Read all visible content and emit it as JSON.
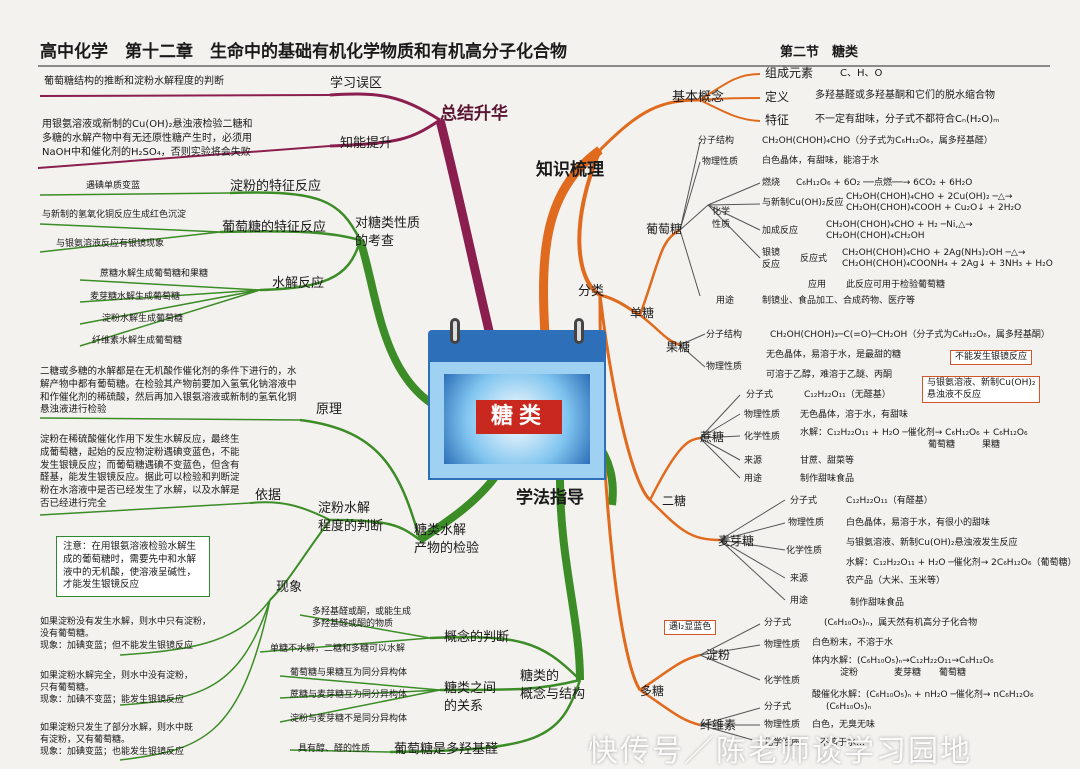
{
  "header": {
    "title": "高中化学　第十二章　生命中的基础有机化学物质和有机高分子化合物",
    "section": "第二节　糖类"
  },
  "center": {
    "title": "糖类"
  },
  "main_branches": {
    "summary": "总结升华",
    "knowledge": "知识梳理",
    "method": "学法指导",
    "check": "对糖类性质\n的考查",
    "hydrolysis": "糖类水解\n产物的检验",
    "concept": "糖类的\n概念与结构"
  },
  "summary": {
    "mistakes": "学习误区",
    "mistakes_text": "葡萄糖结构的推断和淀粉水解程度的判断",
    "ability": "知能提升",
    "ability_text": "用银氨溶液或新制的Cu(OH)₂悬浊液检验二糖和\n多糖的水解产物中有无还原性糖产生时，必须用\nNaOH中和催化剂的H₂SO₄，否则实验将会失败"
  },
  "check": {
    "starch_feature": "淀粉的特征反应",
    "starch_feature_item": "遇碘单质变蓝",
    "glucose_feature": "葡萄糖的特征反应",
    "glucose_items": [
      "与新制的氢氧化铜反应生成红色沉淀",
      "与银氨溶液反应有银镜现象"
    ],
    "hydrolysis": "水解反应",
    "hydrolysis_items": [
      "蔗糖水解生成葡萄糖和果糖",
      "麦芽糖水解生成葡萄糖",
      "淀粉水解生成葡萄糖",
      "纤维素水解生成葡萄糖"
    ]
  },
  "hydro": {
    "principle": "原理",
    "principle_text": "二糖或多糖的水解都是在无机酸作催化剂的条件下进行的，水解产物中都有葡萄糖。在检验其产物前要加入氢氧化钠溶液中和作催化剂的稀硫酸，然后再加入银氨溶液或新制的氢氧化铜悬浊液进行检验",
    "basis": "依据",
    "basis_text": "淀粉在稀硫酸催化作用下发生水解反应，最终生成葡萄糖，起始的反应物淀粉遇碘变蓝色，不能发生银镜反应；而葡萄糖遇碘不变蓝色，但含有醛基，能发生银镜反应。据此可以检验和判断淀粉在水溶液中是否已经发生了水解，以及水解是否已经进行完全",
    "judge": "淀粉水解\n程度的判断",
    "note": "注意：在用银氨溶液检验水解生成的葡萄糖时，需要先中和水解液中的无机酸，使溶液呈碱性，才能发生银镜反应",
    "phenomenon": "现象",
    "cases": [
      "如果淀粉没有发生水解，则水中只有淀粉，\n没有葡萄糖。\n现象：加碘变蓝；但不能发生银镜反应",
      "如果淀粉水解完全，则水中没有淀粉，\n只有葡萄糖。\n现象：加碘不变蓝；能发生银镜反应",
      "如果淀粉只发生了部分水解，则水中既\n有淀粉，又有葡萄糖。\n现象：加碘变蓝；也能发生银镜反应"
    ]
  },
  "concept": {
    "judge": "概念的判断",
    "judge_items": [
      "多羟基醛或酮，或能生成\n多羟基醛或酮的物质",
      "单糖不水解，二糖和多糖可以水解"
    ],
    "relation": "糖类之间\n的关系",
    "relation_items": [
      "葡萄糖与果糖互为同分异构体",
      "蔗糖与麦芽糖互为同分异构体",
      "淀粉与麦芽糖不是同分异构体"
    ],
    "aldehyde": "葡萄糖是多羟基醛",
    "aldehyde_item": "具有醇、醛的性质"
  },
  "knowledge": {
    "basic": "基本概念",
    "basic_items": [
      {
        "k": "组成元素",
        "v": "C、H、O"
      },
      {
        "k": "定义",
        "v": "多羟基醛或多羟基酮和它们的脱水缩合物"
      },
      {
        "k": "特征",
        "v": "不一定有甜味，分子式不都符合Cₙ(H₂O)ₘ"
      }
    ],
    "classify": "分类",
    "mono": "单糖",
    "glucose": "葡萄糖",
    "glucose_rows": {
      "formula_k": "分子结构",
      "formula_v": "CH₂OH(CHOH)₄CHO（分子式为C₆H₁₂O₆，属多羟基醛）",
      "phys_k": "物理性质",
      "phys_v": "白色晶体，有甜味，能溶于水",
      "chem_k": "化学\n性质",
      "burn_k": "燃烧",
      "burn_v": "C₆H₁₂O₆ + 6O₂ ──点燃──→ 6CO₂ + 6H₂O",
      "cu_k": "与新制Cu(OH)₂反应",
      "cu_v": "CH₂OH(CHOH)₄CHO + 2Cu(OH)₂ ─△→\nCH₂OH(CHOH)₄COOH + Cu₂O↓ + 2H₂O",
      "add_k": "加成反应",
      "add_v": "CH₂OH(CHOH)₄CHO + H₂ ─Ni,△→\nCH₂OH(CHOH)₄CH₂OH",
      "ag_k": "银镜\n反应",
      "ag_r": "反应式",
      "ag_v": "CH₂OH(CHOH)₄CHO + 2Ag(NH₃)₂OH ─△→\nCH₂OH(CHOH)₄COONH₄ + 2Ag↓ + 3NH₃ + H₂O",
      "ag_use_k": "应用",
      "ag_use_v": "此反应可用于检验葡萄糖",
      "use_k": "用途",
      "use_v": "制镜业、食品加工、合成药物、医疗等"
    },
    "fructose": "果糖",
    "fructose_rows": {
      "formula_k": "分子结构",
      "formula_v": "CH₂OH(CHOH)₃─C(=O)─CH₂OH（分子式为C₆H₁₂O₆，属多羟基酮）",
      "phys_k": "物理性质",
      "phys_v1": "无色晶体，易溶于水，是最甜的糖",
      "phys_v2": "可溶于乙醇，难溶于乙醚、丙酮",
      "badge": "不能发生银镜反应"
    },
    "di": "二糖",
    "sucrose": "蔗糖",
    "sucrose_rows": {
      "formula_k": "分子式",
      "formula_v": "C₁₂H₂₂O₁₁（无醛基）",
      "badge": "与银氨溶液、新制Cu(OH)₂\n悬浊液不反应",
      "phys_k": "物理性质",
      "phys_v": "无色晶体，溶于水，有甜味",
      "chem_k": "化学性质",
      "chem_v": "水解：C₁₂H₂₂O₁₁ + H₂O ─催化剂→ C₆H₁₂O₆ + C₆H₁₂O₆",
      "chem_sub": "葡萄糖　　　果糖",
      "src_k": "来源",
      "src_v": "甘蔗、甜菜等",
      "use_k": "用途",
      "use_v": "制作甜味食品"
    },
    "maltose": "麦芽糖",
    "maltose_rows": {
      "formula_k": "分子式",
      "formula_v": "C₁₂H₂₂O₁₁（有醛基）",
      "phys_k": "物理性质",
      "phys_v": "白色晶体，易溶于水，有很小的甜味",
      "chem_k": "化学性质",
      "chem_v1": "与银氨溶液、新制Cu(OH)₂悬浊液发生反应",
      "chem_v2": "水解：C₁₂H₂₂O₁₁ + H₂O ─催化剂→ 2C₆H₁₂O₆（葡萄糖）",
      "src_k": "来源",
      "src_v": "农产品（大米、玉米等）",
      "use_k": "用途",
      "use_v": "制作甜味食品"
    },
    "poly": "多糖",
    "starch": "淀粉",
    "starch_badge": "遇I₂显蓝色",
    "starch_rows": {
      "formula_k": "分子式",
      "formula_v": "(C₆H₁₀O₅)ₙ，属天然有机高分子化合物",
      "phys_k": "物理性质",
      "phys_v": "白色粉末，不溶于水",
      "chem_k": "化学性质",
      "chem_v1": "体内水解：(C₆H₁₀O₅)ₙ→C₁₂H₂₂O₁₁→C₆H₁₂O₆",
      "chem_sub": "淀粉　　　　麦芽糖　　葡萄糖",
      "chem_v2": "酸催化水解：(C₆H₁₀O₅)ₙ + nH₂O ─催化剂→ nC₆H₁₂O₆"
    },
    "cellulose": "纤维素",
    "cellulose_rows": {
      "formula_k": "分子式",
      "formula_v": "(C₆H₁₀O₅)ₙ",
      "phys_k": "物理性质",
      "phys_v": "白色，无臭无味",
      "chem_k": "化学性质",
      "chem_v": "不溶于水…"
    }
  },
  "watermark": "快传号／陈老师谈学习园地"
}
